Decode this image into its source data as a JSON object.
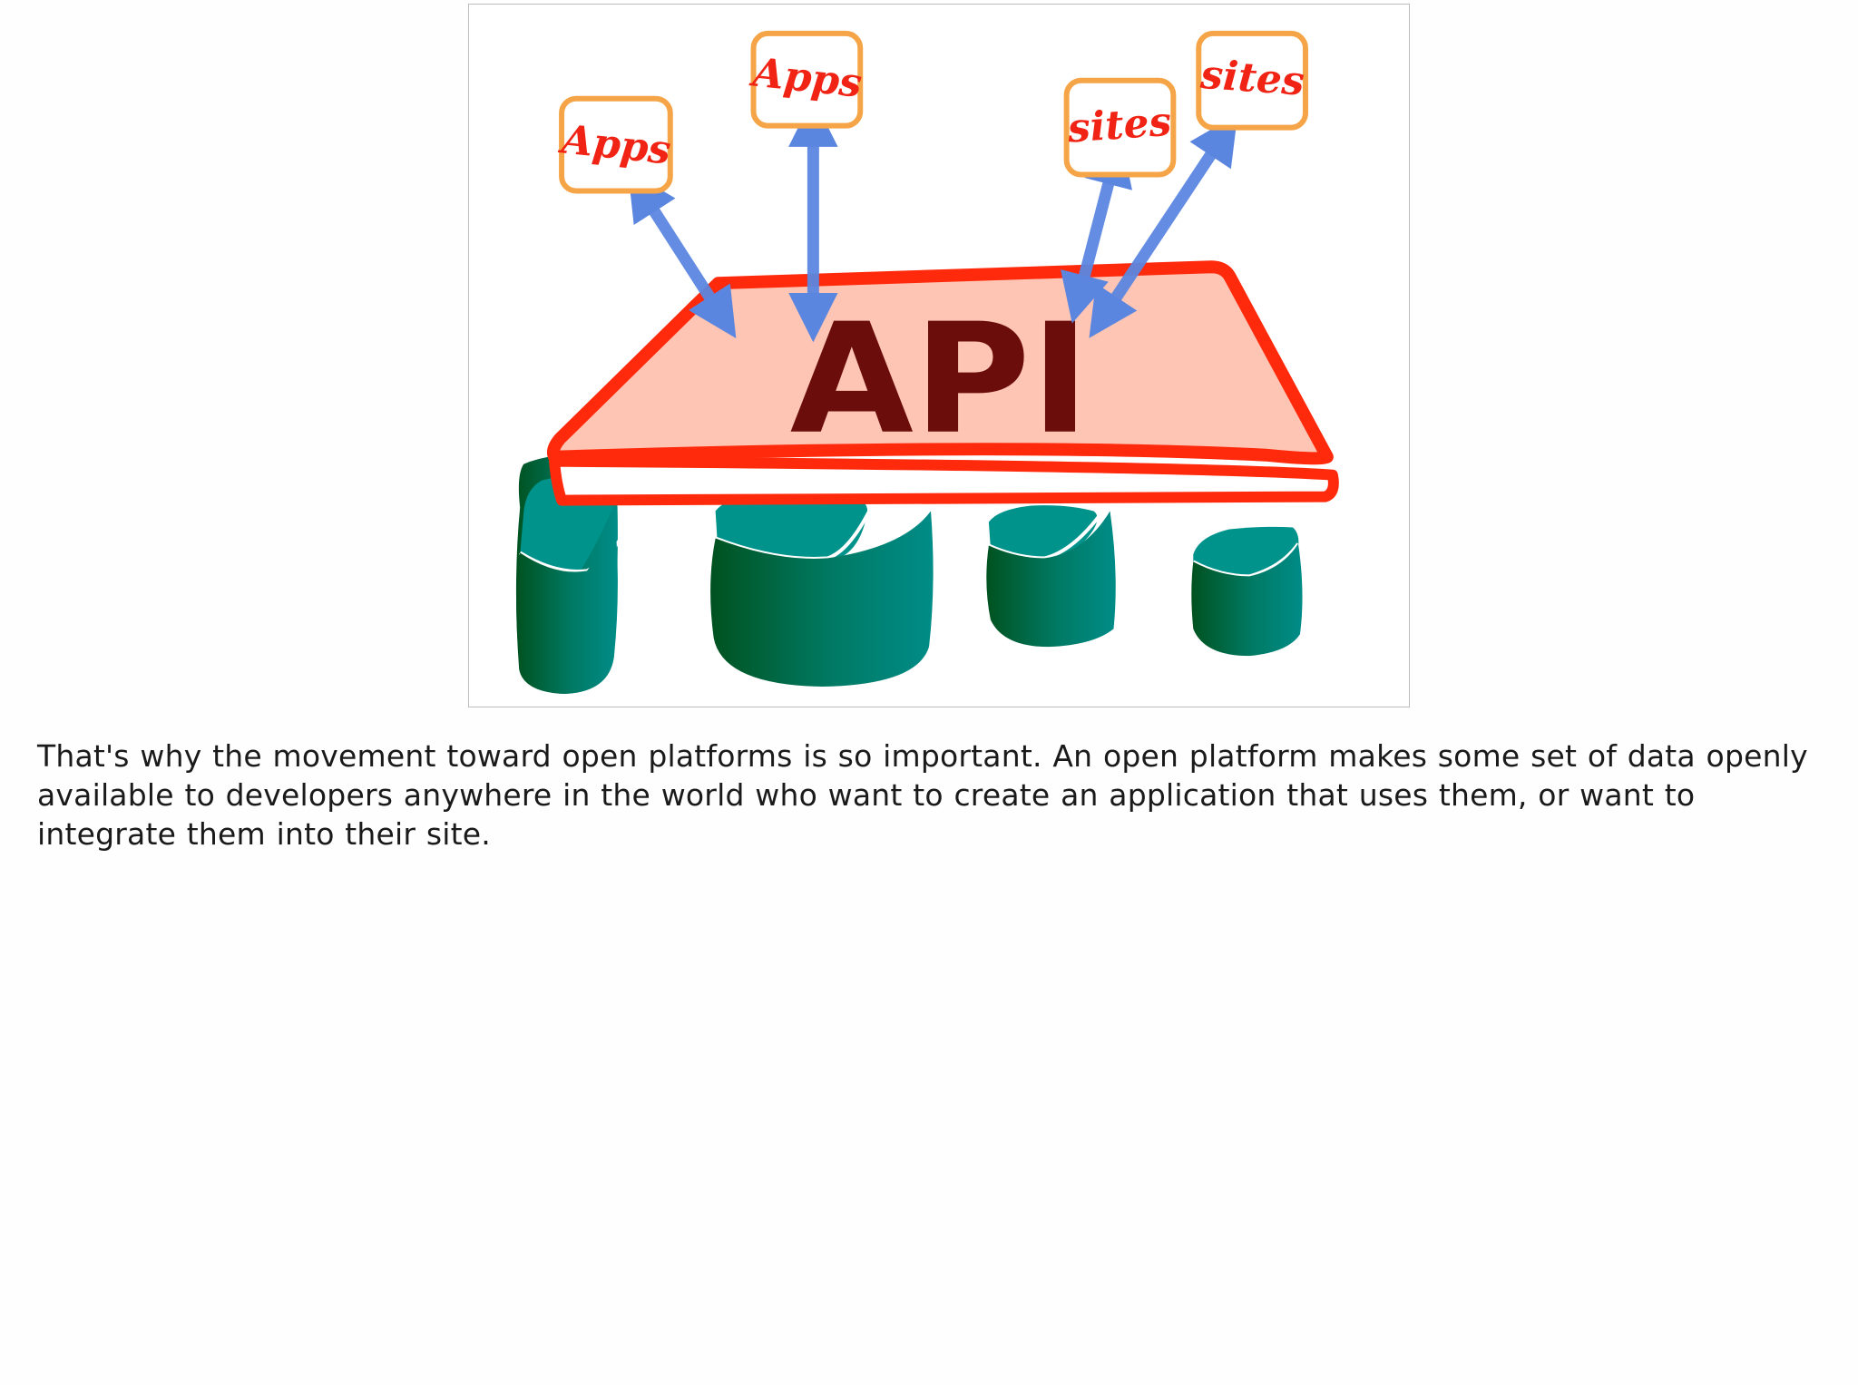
{
  "diagram": {
    "api_label": "API",
    "apps_boxes": [
      "Apps",
      "Apps"
    ],
    "sites_boxes": [
      "sites",
      "sites"
    ],
    "colors": {
      "box_border": "#f5a547",
      "box_text": "#f02314",
      "arrow": "#5b86e0",
      "platform_fill": "#fec5b4",
      "platform_border": "#ff2a0c",
      "api_text": "#6b0d0a",
      "drum_dark": "#00521f",
      "drum_light": "#008c88"
    }
  },
  "notes": {
    "text": "That's why the movement toward open  platforms is so important. An open platform makes some set of data openly available to developers anywhere in the world who want to create an application that uses them, or want to integrate them into their site."
  }
}
